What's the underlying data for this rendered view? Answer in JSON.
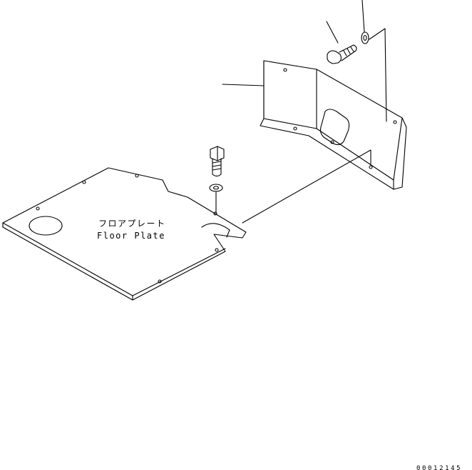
{
  "diagram": {
    "part_name_jp": "フロアプレート",
    "part_name_en": "Floor Plate",
    "drawing_number": "00012145"
  },
  "colors": {
    "line": "#000000",
    "background": "#ffffff"
  }
}
